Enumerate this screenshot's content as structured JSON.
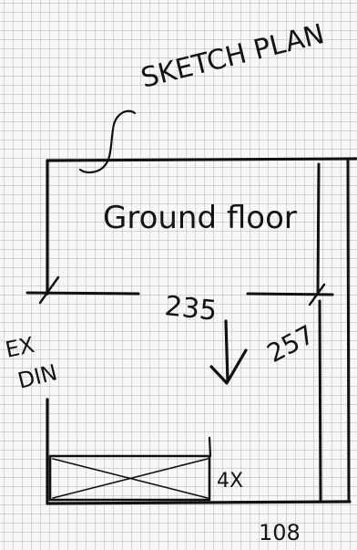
{
  "sketch": {
    "title": "SKETCH PLAN",
    "floor_label": "Ground floor",
    "dimensions": {
      "width": "235",
      "depth": "257",
      "front": "108"
    },
    "annotations": {
      "existing_top": "EX",
      "existing_bottom": "DIN",
      "side_note": "4X"
    },
    "arrow": "down-arrow"
  }
}
